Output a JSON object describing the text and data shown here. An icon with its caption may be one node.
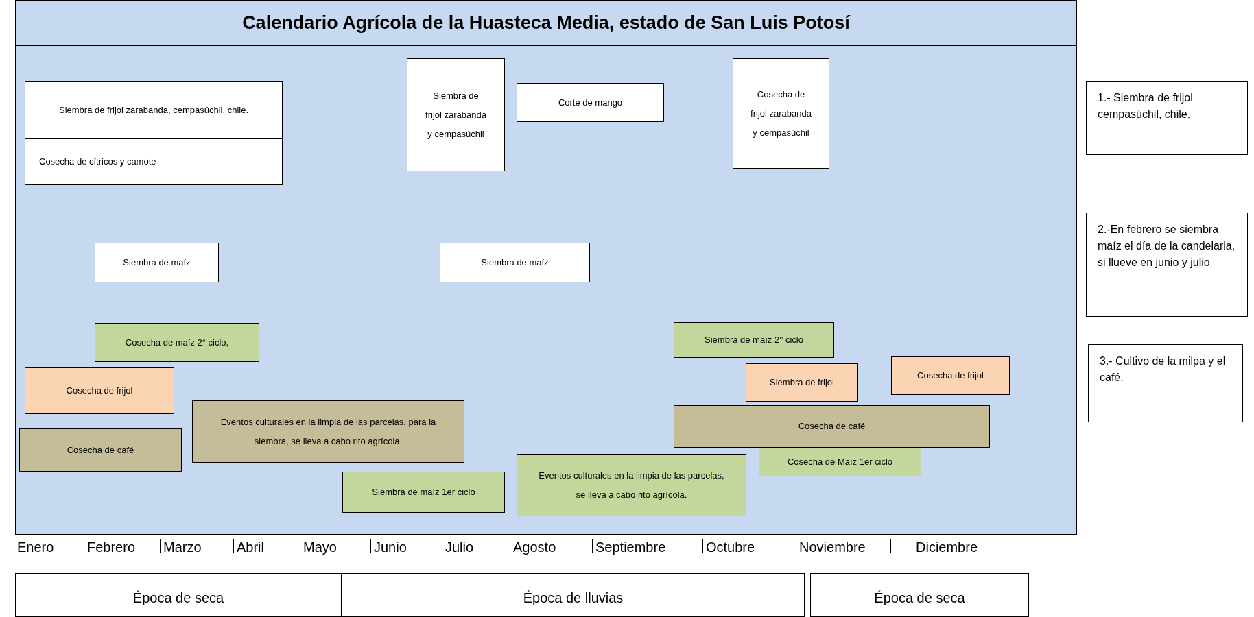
{
  "diagram": {
    "title": "Calendario Agrícola de la Huasteca Media, estado de San Luis Potosí",
    "nodes": [
      {
        "text": [],
        "shape": "box"
      },
      {
        "text": [
          "Siembra de frijol zarabanda, cempasúchil, chile."
        ],
        "in": 0
      },
      {
        "text": [
          "Cosecha de  cítricos y camote"
        ],
        "in": 0
      },
      {
        "text": [
          "Siembra de frijol zarabanda y cempasúchil"
        ],
        "in": 0
      },
      {
        "text": [
          "Corte de mango"
        ],
        "in": 0
      },
      {
        "text": [
          "Cosecha de frijol zarabanda y cempasúchil"
        ],
        "in": 0
      },
      {
        "text": [],
        "shape": "box"
      },
      {
        "text": [
          "Siembra de maíz"
        ],
        "in": 6
      },
      {
        "text": [
          "Siembra de maíz"
        ],
        "in": 6
      },
      {
        "text": [],
        "shape": "box"
      },
      {
        "text": [
          "Cosecha de maíz 2° ciclo,"
        ],
        "in": 9
      },
      {
        "text": [
          "Siembra de maíz 2° ciclo"
        ],
        "in": 9
      },
      {
        "text": [
          "Cosecha de frijol"
        ],
        "in": 9
      },
      {
        "text": [
          "Siembra de frijol"
        ],
        "in": 9
      },
      {
        "text": [
          "Cosecha de frijol"
        ],
        "in": 9
      },
      {
        "text": [
          "Eventos culturales en la limpia de las parcelas, para la siembra, se lleva a cabo rito agrícola."
        ],
        "in": 9
      },
      {
        "text": [
          "Cosecha de café"
        ],
        "in": 9
      },
      {
        "text": [
          "Cosecha de café"
        ],
        "in": 9
      },
      {
        "text": [
          "Cosecha de Maíz 1er ciclo"
        ],
        "in": 9
      },
      {
        "text": [
          "Siembra de maíz 1er ciclo"
        ],
        "in": 9
      },
      {
        "text": [
          "Eventos culturales en la limpia de las parcelas, se lleva a cabo rito agrícola."
        ],
        "in": 9
      },
      {
        "text": [
          "1.- Siembra de frijol cempasúchil, chile."
        ]
      },
      {
        "text": [
          "2.-En febrero se siembra maíz el día de la candelaria, si llueve en junio y julio"
        ]
      },
      {
        "text": [
          "3.- Cultivo de la milpa y el café."
        ]
      },
      {
        "text": [
          "Época de seca"
        ]
      },
      {
        "text": [
          "Época de lluvias"
        ]
      },
      {
        "text": [
          "Época de seca"
        ]
      }
    ],
    "edges": [],
    "labels": [
      "Enero",
      "Febrero",
      "Marzo",
      "Abril",
      "Mayo",
      "Junio",
      "Julio",
      "Agosto",
      "Septiembre",
      "Octubre",
      "Noviembre",
      "Diciembre"
    ]
  }
}
